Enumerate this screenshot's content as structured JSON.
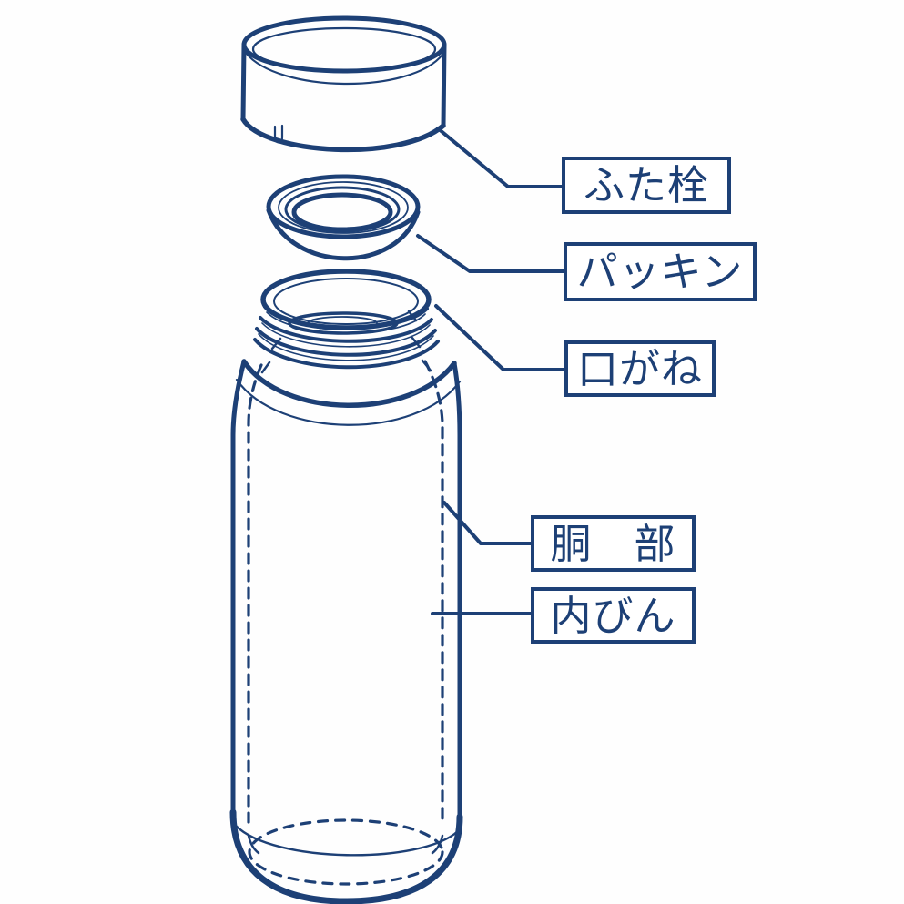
{
  "colors": {
    "ink": "#1d4076",
    "background": "#fefefe"
  },
  "diagram": {
    "type": "exploded-parts-diagram",
    "subject": "vacuum flask bottle",
    "labels": {
      "lid_stopper": "ふた栓",
      "gasket": "パッキン",
      "mouth_ring": "口がね",
      "body": "胴　部",
      "inner_bottle": "内びん"
    }
  }
}
